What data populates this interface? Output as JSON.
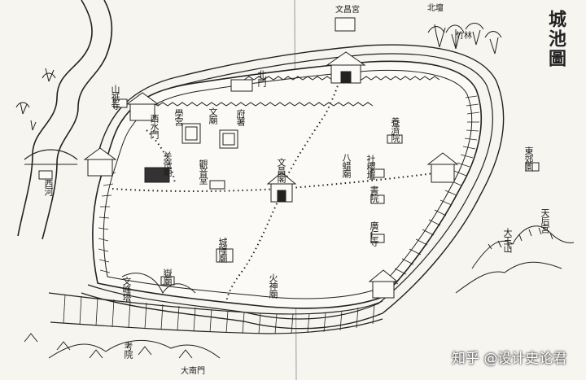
{
  "map": {
    "title": "城池圖",
    "watermark": "知乎 @设计史论君",
    "colors": {
      "ink": "#1b1b1b",
      "paper": "#f7f5f0"
    }
  },
  "labels": {
    "wenchang_gong": "文昌宮",
    "beitan": "北壇",
    "north_gate": "北門",
    "mountain_temple": "山祇寺",
    "west_gate": "西水門",
    "west_gate_tower": "关帝廟",
    "xuegong": "學宮",
    "wenmiao": "文廟",
    "dui": "府署",
    "kao": "考院",
    "guanyin": "觀音堂",
    "wenchang_ge": "文昌閣",
    "yangji": "養濟院",
    "bashen": "八蜡廟",
    "shenci": "社稷壇",
    "shuyuan": "書院",
    "guangren": "廣仁寺",
    "dongjiao": "東郊園",
    "east_shrine": "天后宮",
    "sw_cluster": "城隍廟",
    "mountain_right": "大王山",
    "south_gate": "大南門",
    "south_pagoda": "文峰塔",
    "south_temple": "嶽廟",
    "south_label2": "火神廟",
    "north_bamboo": "竹林",
    "river_west": "西河"
  }
}
